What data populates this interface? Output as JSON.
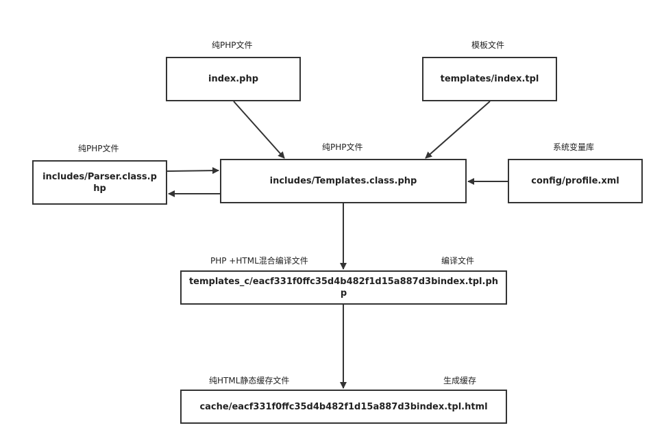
{
  "nodes": {
    "index_php": "index.php",
    "templates_index_tpl": "templates/index.tpl",
    "parser_class": "includes/Parser.class.php",
    "templates_class": "includes/Templates.class.php",
    "config_profile": "config/profile.xml",
    "compiled_file": "templates_c/eacf331f0ffc35d4b482f1d15a887d3bindex.tpl.php",
    "cache_file": "cache/eacf331f0ffc35d4b482f1d15a887d3bindex.tpl.html"
  },
  "labels": {
    "index_php": "纯PHP文件",
    "templates_index_tpl": "模板文件",
    "parser_class": "纯PHP文件",
    "templates_class": "纯PHP文件",
    "config_profile": "系统变量库",
    "compiled_left": "PHP +HTML混合编译文件",
    "compiled_right": "编译文件",
    "cache_left": "纯HTML静态缓存文件",
    "cache_right": "生成缓存"
  },
  "colors": {
    "stroke": "#333333",
    "text": "#222222"
  }
}
